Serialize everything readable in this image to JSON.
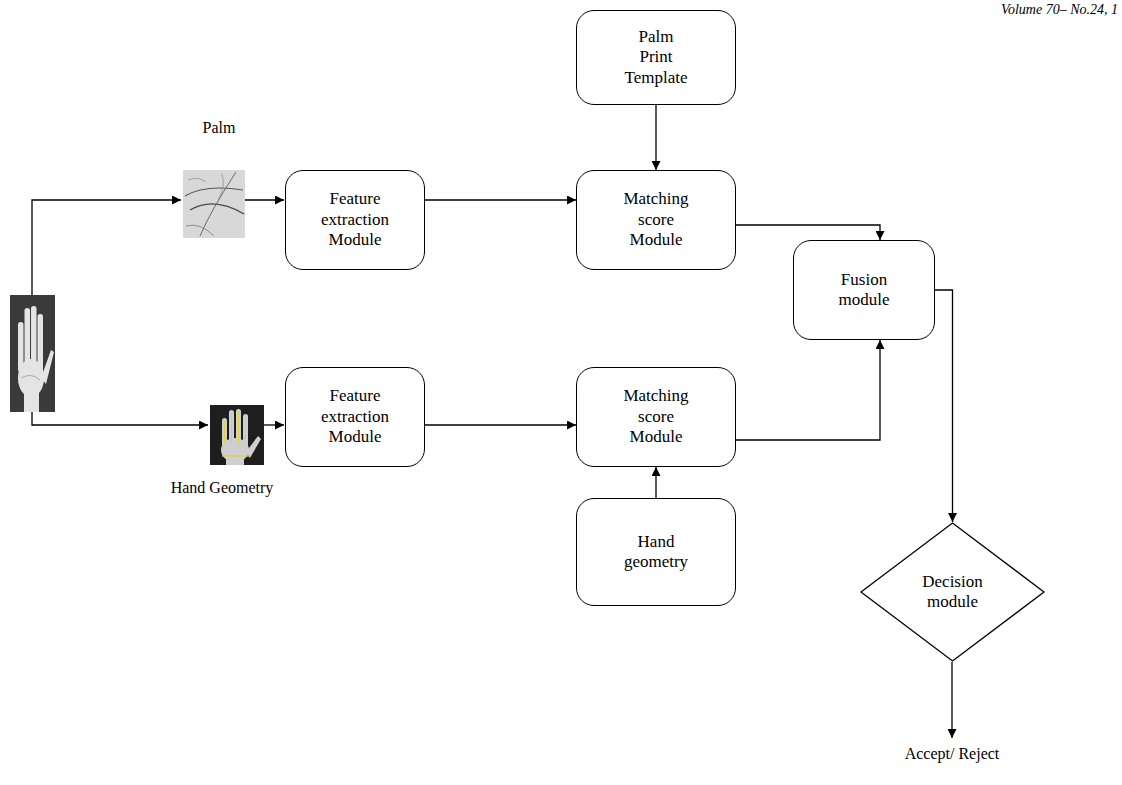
{
  "diagram": {
    "nodes": [
      {
        "text": [
          "Palm Print Template"
        ]
      },
      {
        "text": [
          "Feature extraction Module"
        ]
      },
      {
        "text": [
          "Matching score Module"
        ]
      },
      {
        "text": [
          "Fusion module"
        ]
      },
      {
        "text": [
          "Feature extraction Module"
        ]
      },
      {
        "text": [
          "Matching score Module"
        ]
      },
      {
        "text": [
          "Hand geometry"
        ]
      },
      {
        "text": [
          "Decision module"
        ]
      }
    ],
    "edges": [
      {
        "from": 0,
        "to": 2,
        "arrow": "to"
      },
      {
        "from": 1,
        "to": 2,
        "arrow": "to"
      },
      {
        "from": 2,
        "to": 3,
        "arrow": "to"
      },
      {
        "from": 4,
        "to": 5,
        "arrow": "to"
      },
      {
        "from": 6,
        "to": 5,
        "arrow": "to"
      },
      {
        "from": 5,
        "to": 3,
        "arrow": "to"
      },
      {
        "from": 3,
        "to": 7,
        "arrow": "to"
      }
    ],
    "labels": [
      "Volume 70– No.24, 1",
      "Palm",
      "Hand Geometry",
      "Accept/ Reject"
    ]
  }
}
